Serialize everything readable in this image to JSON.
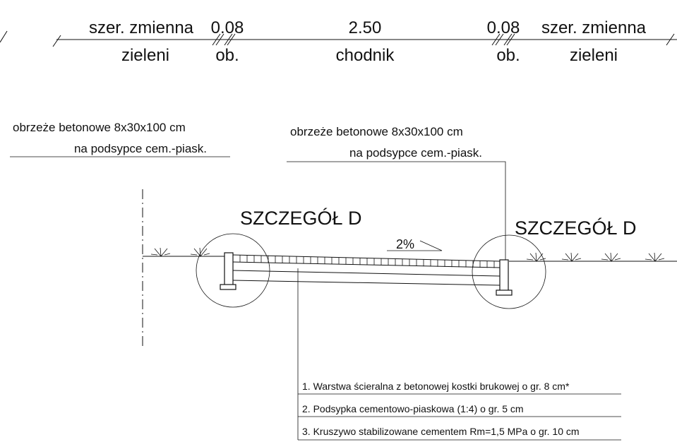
{
  "dimension_line": {
    "widths": [
      "szer. zmienna",
      "0.08",
      "2.50",
      "0.08",
      "szer. zmienna"
    ],
    "names": [
      "zieleni",
      "ob.",
      "chodnik",
      "ob.",
      "zieleni"
    ]
  },
  "curb_notes": {
    "left": {
      "line1": "obrzeże betonowe 8x30x100 cm",
      "line2": "na podsypce cem.-piask."
    },
    "right": {
      "line1": "obrzeże betonowe 8x30x100 cm",
      "line2": "na podsypce cem.-piask."
    }
  },
  "details": {
    "left_label": "SZCZEGÓŁ D",
    "right_label": "SZCZEGÓŁ D"
  },
  "slope": {
    "label": "2%"
  },
  "layers": [
    "1. Warstwa ścieralna z betonowej kostki brukowej o gr. 8 cm*",
    "2. Podsypka cementowo-piaskowa (1:4) o gr. 5 cm",
    "3. Kruszywo stabilizowane cementem Rm=1,5 MPa o gr. 10 cm"
  ],
  "colors": {
    "line": "#111111",
    "background": "#ffffff"
  }
}
